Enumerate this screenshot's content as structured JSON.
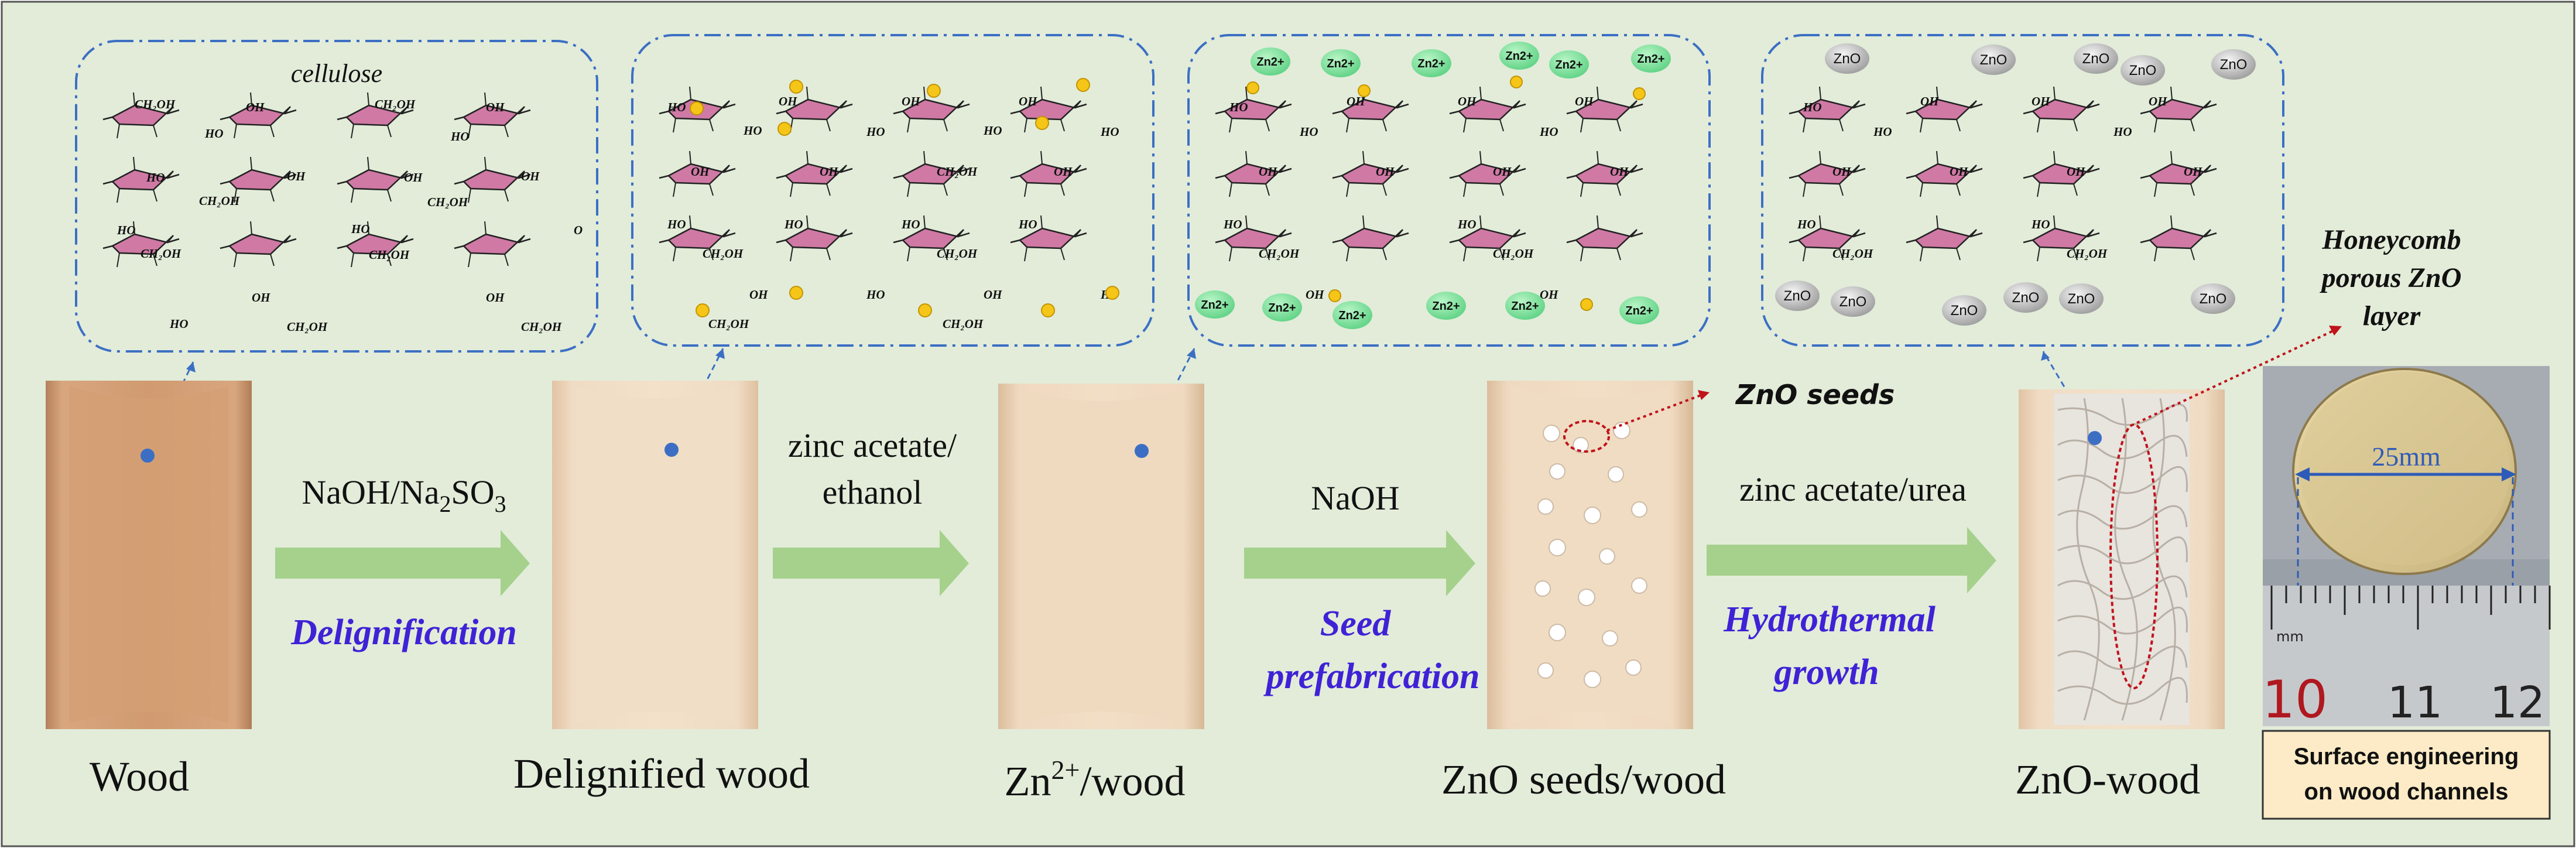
{
  "zoom_labels": {
    "cellulose": "cellulose",
    "zn_ion": "Zn2+",
    "zno": "ZnO",
    "ch2oh": "CH2OH",
    "oh": "OH",
    "ho": "HO",
    "o": "O"
  },
  "stages": [
    {
      "label": "Wood"
    },
    {
      "label": "Delignified wood"
    },
    {
      "label_main": "Zn",
      "label_sup": "2+",
      "label_rest": "/wood"
    },
    {
      "label": "ZnO seeds/wood"
    },
    {
      "label": "ZnO-wood"
    }
  ],
  "steps": [
    {
      "reagent_a": "NaOH/Na",
      "reagent_sub1": "2",
      "reagent_b": "SO",
      "reagent_sub2": "3",
      "process": "Delignification"
    },
    {
      "reagent_line1": "zinc acetate/",
      "reagent_line2": "ethanol"
    },
    {
      "reagent": "NaOH",
      "process_line1": "Seed",
      "process_line2": "prefabrication"
    },
    {
      "reagent": "zinc acetate/urea",
      "process_line1": "Hydrothermal",
      "process_line2": "growth"
    }
  ],
  "callouts": {
    "zno_seeds": "ZnO seeds",
    "honeycomb_line1": "Honeycomb",
    "honeycomb_line2": "porous ZnO",
    "honeycomb_line3": "layer"
  },
  "photo": {
    "diameter_label": "25mm",
    "ruler_unit": "mm",
    "ruler_numbers": [
      "10",
      "11",
      "12"
    ],
    "caption_line1": "Surface engineering",
    "caption_line2": "on wood channels"
  },
  "colors": {
    "background": "#e2ecd9",
    "arrow": "#a5d18c",
    "process_text": "#3f22d6",
    "callout_red": "#c0131b",
    "zoom_border": "#3c6fc4",
    "ring": "#cf79a4",
    "zn_bubble": "#7ee29a",
    "zno_bubble": "#b4b4b4",
    "anion": "#f5c518"
  }
}
